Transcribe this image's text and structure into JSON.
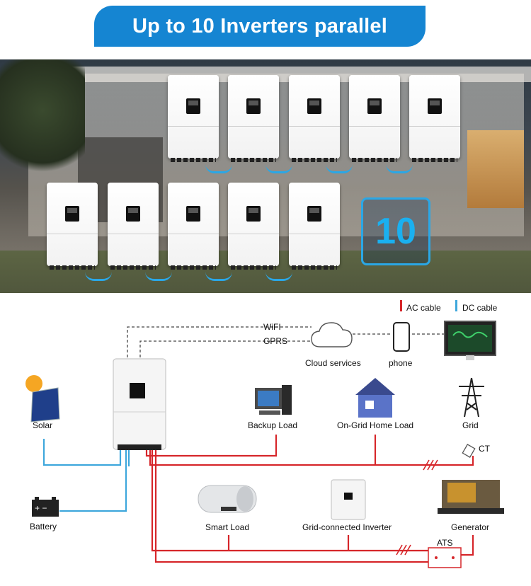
{
  "banner": {
    "title": "Up to 10 Inverters parallel"
  },
  "photo": {
    "badge_number": "10",
    "inverter_count": 10
  },
  "legend": {
    "ac_label": "AC cable",
    "dc_label": "DC cable",
    "ac_color": "#d6262a",
    "dc_color": "#3ea7dc"
  },
  "links": {
    "wifi": "WiFI",
    "gprs": "GPRS"
  },
  "labels": {
    "cloud": "Cloud services",
    "phone": "phone",
    "solar": "Solar",
    "battery": "Battery",
    "backup_load": "Backup Load",
    "home_load": "On-Grid Home Load",
    "grid": "Grid",
    "ct": "CT",
    "smart_load": "Smart Load",
    "grid_inverter": "Grid-connected Inverter",
    "generator": "Generator",
    "ats": "ATS"
  },
  "colors": {
    "banner": "#1585d2",
    "accent": "#2aa7e6"
  }
}
